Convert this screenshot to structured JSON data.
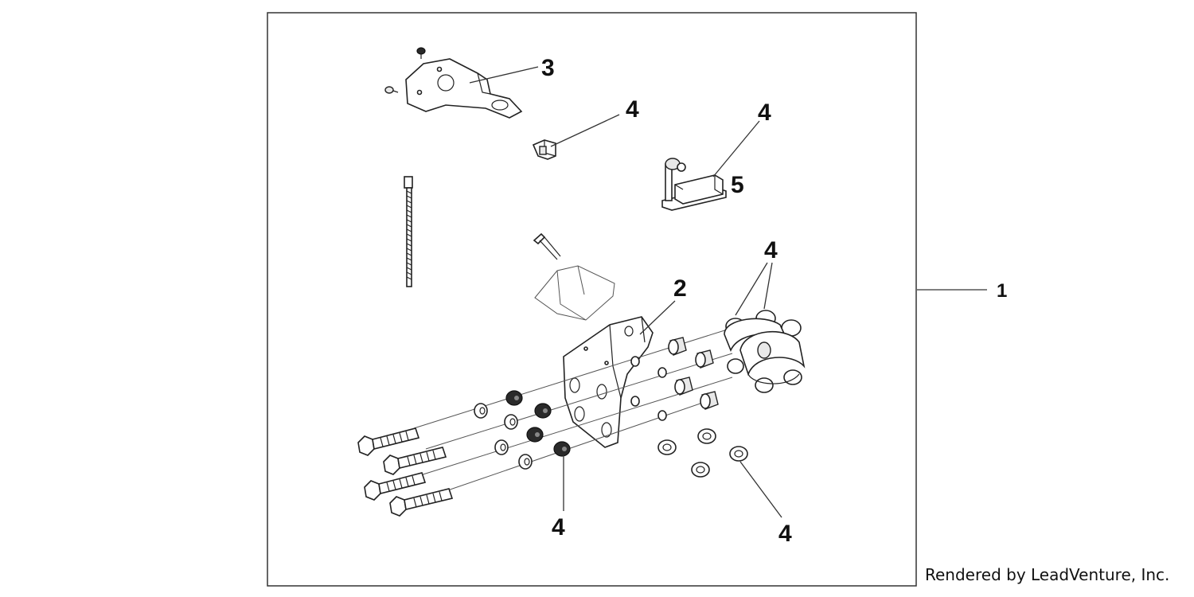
{
  "diagram": {
    "callouts": [
      {
        "id": "c-1",
        "label": "1"
      },
      {
        "id": "c-2",
        "label": "2"
      },
      {
        "id": "c-3",
        "label": "3"
      },
      {
        "id": "c-4a",
        "label": "4"
      },
      {
        "id": "c-4b",
        "label": "4"
      },
      {
        "id": "c-4c",
        "label": "4"
      },
      {
        "id": "c-4d",
        "label": "4"
      },
      {
        "id": "c-4e",
        "label": "4"
      },
      {
        "id": "c-5",
        "label": "5"
      }
    ]
  },
  "footer": {
    "credit": "Rendered by LeadVenture, Inc."
  }
}
